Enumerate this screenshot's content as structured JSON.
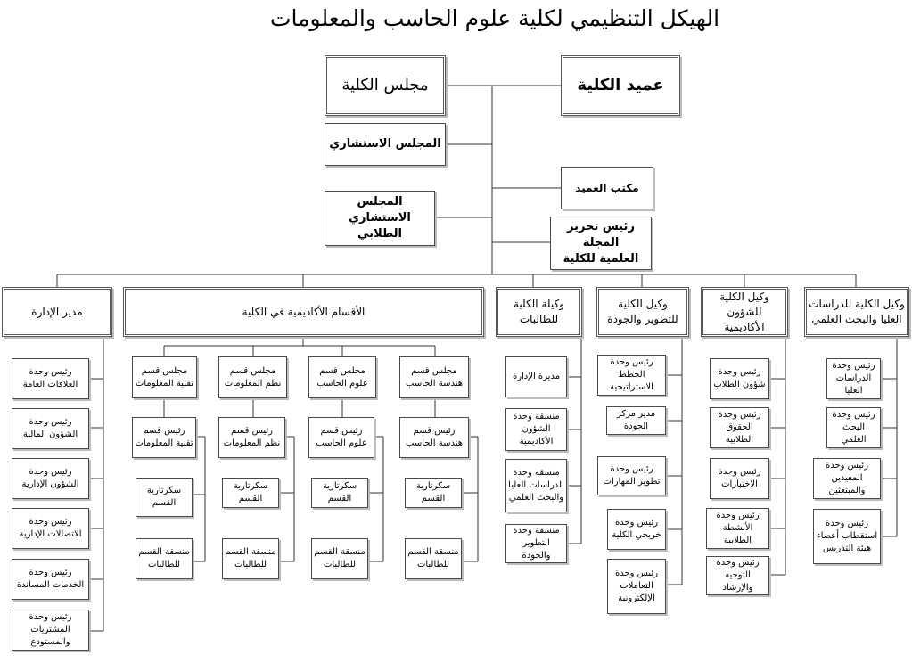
{
  "title": "الهيكل التنظيمي لكلية علوم الحاسب والمعلومات",
  "top": {
    "dean": "عميد الكلية",
    "council": "مجلس الكلية",
    "advisory": "المجلس الاستشاري",
    "dean_office": "مكتب العميد",
    "student_advisory": "المجلس الاستشاري\nالطلابي",
    "journal_editor": "رئيس تحرير المجلة\nالعلمية للكلية"
  },
  "columns": {
    "graduate": {
      "header": "وكيل الكلية للدراسات\nالعليا والبحث العلمي",
      "items": [
        "رئيس وحدة\nالدراسات العليا",
        "رئيس وحدة\nالبحث العلمي",
        "رئيس وحدة\nالمعيدين والمبتعثين",
        "رئيس وحدة\nاستقطاب أعضاء\nهيئة التدريس"
      ]
    },
    "academic": {
      "header": "وكيل الكلية\nللشؤون الأكاديمية",
      "items": [
        "رئيس وحدة\nشؤون الطلاب",
        "رئيس وحدة\nالحقوق الطلابية",
        "رئيس وحدة\nالاختبارات",
        "رئيس وحدة\nالأنشطة الطلابية",
        "رئيس وحدة\nالتوجيه والإرشاد"
      ]
    },
    "development": {
      "header": "وكيل الكلية\nللتطوير والجودة",
      "items": [
        "رئيس وحدة\nالخطط الاستراتيجية",
        "مدير مركز الجودة",
        "رئيس وحدة\nتطوير المهارات",
        "رئيس وحدة\nخريجي الكلية",
        "رئيس وحدة\nالتعاملات\nالإلكترونية"
      ]
    },
    "female": {
      "header": "وكيلة الكلية\nللطالبات",
      "items": [
        "مديرة الإدارة",
        "منسقة وحدة\nالشؤون الأكاديمية",
        "منسقة وحدة\nالدراسات العليا\nوالبحث العلمي",
        "منسقة وحدة\nالتطوير والجودة"
      ]
    },
    "departments": {
      "header": "الأقسام الأكاديمية في الكلية",
      "groups": [
        {
          "council": "مجلس قسم\nهندسة الحاسب",
          "head": "رئيس قسم\nهندسة الحاسب",
          "secretary": "سكرتارية القسم",
          "coordinator": "منسقة القسم\nللطالبات"
        },
        {
          "council": "مجلس قسم\nعلوم الحاسب",
          "head": "رئيس قسم\nعلوم الحاسب",
          "secretary": "سكرتارية القسم",
          "coordinator": "منسقة القسم\nللطالبات"
        },
        {
          "council": "مجلس قسم\nنظم المعلومات",
          "head": "رئيس قسم\nنظم المعلومات",
          "secretary": "سكرتارية القسم",
          "coordinator": "منسقة القسم\nللطالبات"
        },
        {
          "council": "مجلس قسم\nتقنية المعلومات",
          "head": "رئيس قسم\nتقنية المعلومات",
          "secretary": "سكرتارية القسم",
          "coordinator": "منسقة القسم\nللطالبات"
        }
      ]
    },
    "admin": {
      "header": "مدير الإدارة",
      "items": [
        "رئيس وحدة\nالعلاقات العامة",
        "رئيس وحدة\nالشؤون المالية",
        "رئيس وحدة\nالشؤون الإدارية",
        "رئيس وحدة\nالاتصالات الإدارية",
        "رئيس وحدة\nالخدمات المساندة",
        "رئيس وحدة\nالمشتريات والمستودع"
      ]
    }
  }
}
